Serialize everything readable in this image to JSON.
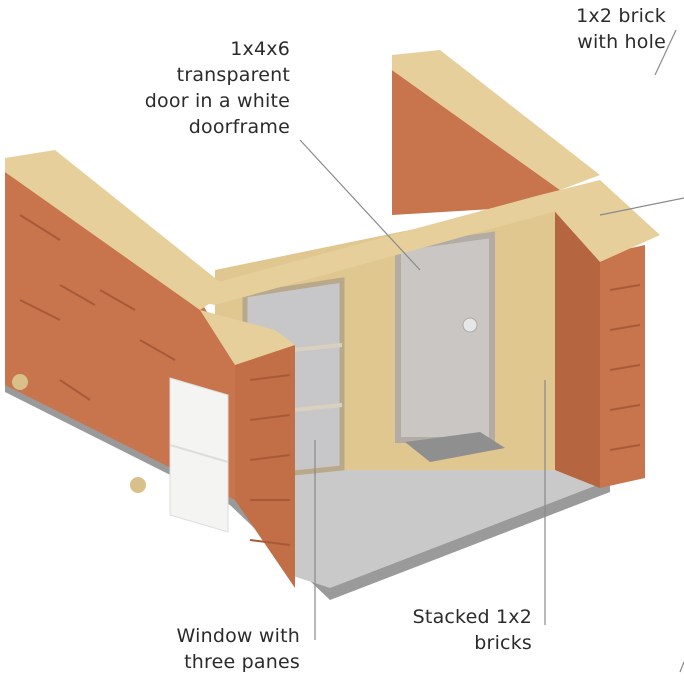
{
  "labels": {
    "brick_with_hole": [
      "1x2 brick",
      "with hole"
    ],
    "door": [
      "1x4x6",
      "transparent",
      "door in a white",
      "doorframe"
    ],
    "window": [
      "Window with",
      "three panes"
    ],
    "stacked": [
      "Stacked 1x2",
      "bricks"
    ]
  },
  "colors": {
    "brick": "#c8744c",
    "brick_dark": "#a85a38",
    "tan": "#e6cf9a",
    "tan_dark": "#d7bb80",
    "floor": "#c9c9c9",
    "base": "#9a9a9a",
    "pane": "#c7c7c9",
    "leader": "#8a8a8a"
  }
}
